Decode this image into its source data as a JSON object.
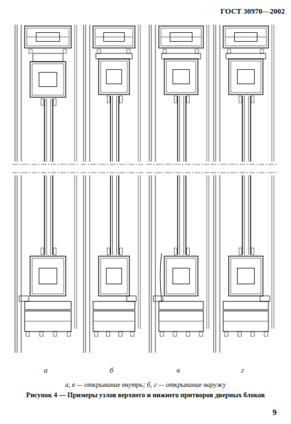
{
  "diagram": {
    "caption": "Рисунок 4 — Примеры узлов верхнего и нижнего притворов дверных блоков",
    "labels": [
      "ГОСТ 30970—2002",
      "а",
      "б",
      "в",
      "г",
      "а, в — открывание внутрь; б, г — открывание наружу",
      "9"
    ]
  }
}
